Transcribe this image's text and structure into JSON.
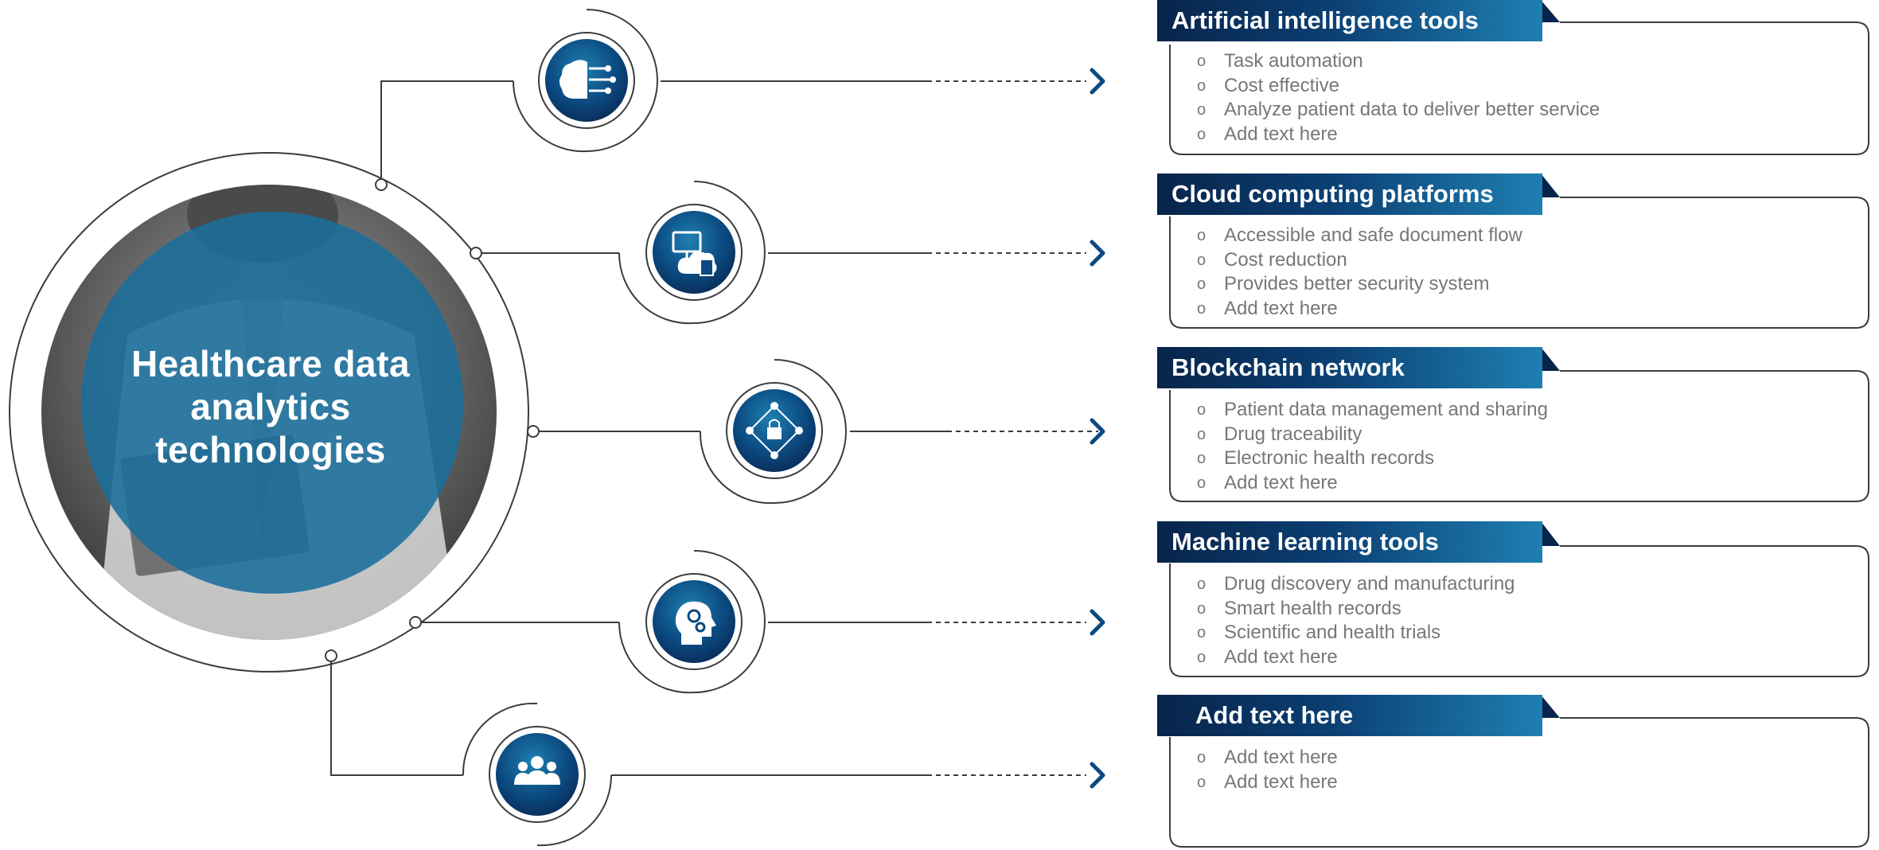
{
  "center": {
    "title_lines": [
      "Healthcare data",
      "analytics",
      "technologies"
    ]
  },
  "colors": {
    "primary_dark": "#08244a",
    "primary_mid": "#0b3f73",
    "primary_light": "#1f7fb2",
    "overlay_circle": "#1a6e9c",
    "text_gray": "#777777",
    "line_gray": "#3c3c3c"
  },
  "boxes": [
    {
      "title": "Artificial intelligence tools",
      "icon": "brain-circuit-icon",
      "items": [
        "Task automation",
        "Cost effective",
        "Analyze patient data to deliver  better service",
        "Add text here"
      ]
    },
    {
      "title": "Cloud computing platforms",
      "icon": "cloud-computer-icon",
      "items": [
        "Accessible and safe document flow",
        "Cost reduction",
        "Provides  better security system",
        "Add text here"
      ]
    },
    {
      "title": "Blockchain network",
      "icon": "blockchain-lock-icon",
      "items": [
        "Patient data management  and sharing",
        "Drug traceability",
        "Electronic health  records",
        "Add text here"
      ]
    },
    {
      "title": "Machine learning tools",
      "icon": "head-gears-icon",
      "items": [
        "Drug discovery  and manufacturing",
        "Smart health  records",
        "Scientific and health trials",
        "Add text here"
      ]
    },
    {
      "title": "Add text  here",
      "icon": "people-group-icon",
      "items": [
        "Add text here",
        "Add text here"
      ]
    }
  ]
}
